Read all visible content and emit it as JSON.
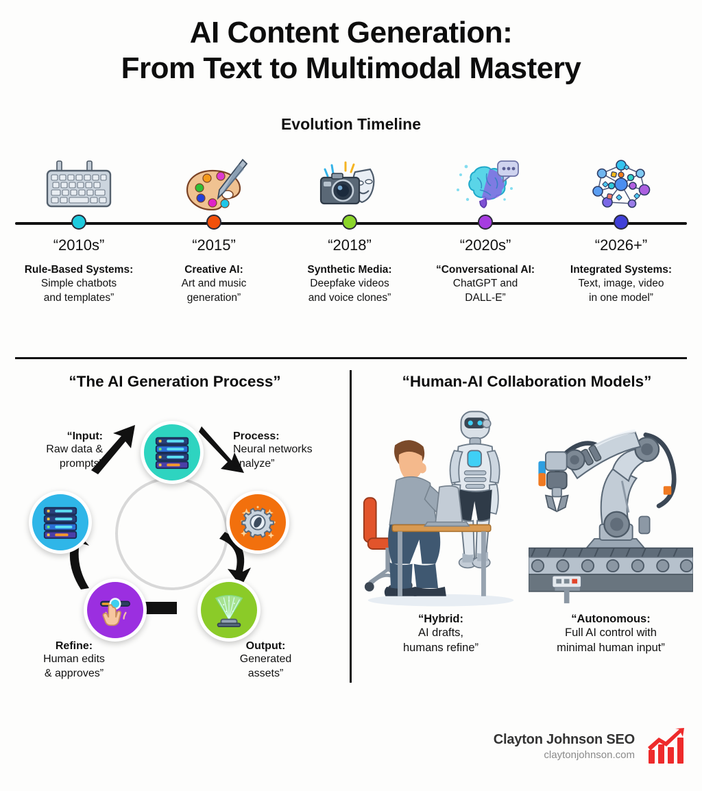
{
  "title": {
    "line1": "AI Content Generation:",
    "line2": "From Text to Multimodal Mastery"
  },
  "timeline": {
    "heading": "Evolution Timeline",
    "items": [
      {
        "icon": "keyboard-icon",
        "dot_color": "#1ECBDE",
        "year": "“2010s”",
        "head": "Rule-Based Systems:",
        "desc_line1": "Simple chatbots",
        "desc_line2": "and templates”"
      },
      {
        "icon": "paint-palette-icon",
        "dot_color": "#F2500A",
        "year": "“2015”",
        "head": "Creative AI:",
        "desc_line1": "Art and music",
        "desc_line2": "generation”"
      },
      {
        "icon": "camera-mask-icon",
        "dot_color": "#8BD52A",
        "year": "“2018”",
        "head": "Synthetic Media:",
        "desc_line1": "Deepfake videos",
        "desc_line2": "and voice clones”"
      },
      {
        "icon": "brain-chat-icon",
        "dot_color": "#A63CE0",
        "year": "“2020s”",
        "head": "“Conversational AI:",
        "desc_line1": "ChatGPT and",
        "desc_line2": "DALL-E”"
      },
      {
        "icon": "network-graph-icon",
        "dot_color": "#4040D8",
        "year": "“2026+”",
        "head": "Integrated Systems:",
        "desc_line1": "Text, image, video",
        "desc_line2": "in one model”"
      }
    ]
  },
  "process": {
    "title": "“The AI Generation Process”",
    "nodes": [
      {
        "icon": "server-stack-icon",
        "color": "#2FB6E8",
        "head": "“Input:",
        "desc_line1": "Raw data &",
        "desc_line2": "prompts”"
      },
      {
        "icon": "server-stack-icon",
        "color": "#2ED4C0",
        "head": "Process:",
        "desc_line1": "Neural networks",
        "desc_line2": "analyze”"
      },
      {
        "icon": "gear-sparkle-icon",
        "color": "#F2700D",
        "head": "",
        "desc_line1": "",
        "desc_line2": ""
      },
      {
        "icon": "projector-beam-icon",
        "color": "#8BCB28",
        "head": "Output:",
        "desc_line1": "Generated",
        "desc_line2": "assets”"
      },
      {
        "icon": "slider-hand-icon",
        "color": "#9B2FE0",
        "head": "Refine:",
        "desc_line1": "Human edits",
        "desc_line2": "& approves”"
      }
    ]
  },
  "collaboration": {
    "title": "“Human-AI Collaboration Models”",
    "items": [
      {
        "art": "human-robot-desk-illustration",
        "head": "“Hybrid:",
        "desc_line1": "AI drafts,",
        "desc_line2": "humans refine”"
      },
      {
        "art": "robotic-arm-conveyor-illustration",
        "head": "“Autonomous:",
        "desc_line1": "Full AI control with",
        "desc_line2": "minimal human input”"
      }
    ]
  },
  "footer": {
    "brand_name": "Clayton Johnson SEO",
    "brand_url": "claytonjohnson.com",
    "logo": "growth-chart-icon",
    "logo_color": "#EE2B2B"
  }
}
